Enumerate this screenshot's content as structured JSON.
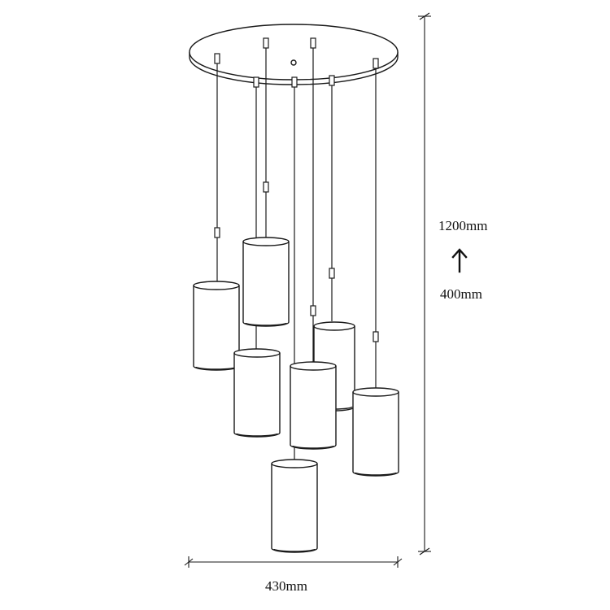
{
  "dimensions": {
    "max_height": "1200mm",
    "min_height": "400mm",
    "width": "430mm"
  },
  "colors": {
    "line": "#1a1a1a",
    "background": "#ffffff"
  },
  "icons": {
    "height_adjust_arrow": "up-arrow-icon"
  }
}
